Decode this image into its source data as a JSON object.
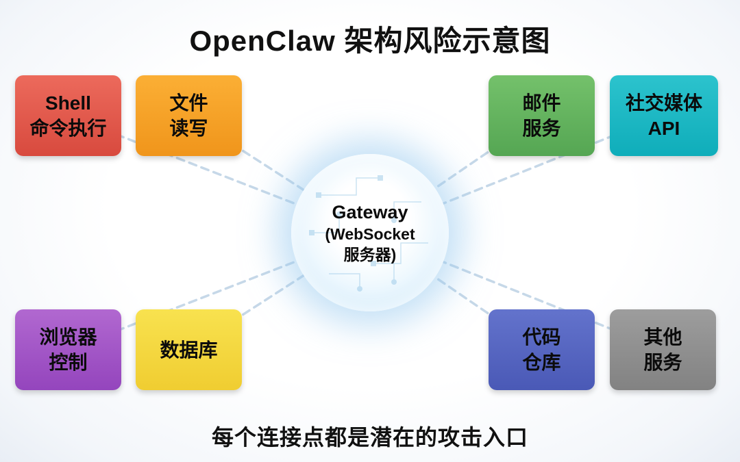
{
  "title": "OpenClaw 架构风险示意图",
  "caption": "每个连接点都是潜在的攻击入口",
  "gateway": {
    "line1": "Gateway",
    "line2": "(WebSocket",
    "line3": "服务器)"
  },
  "nodes": [
    {
      "id": "shell-command",
      "line1": "Shell",
      "line2": "命令执行",
      "color_top": "#ec6a5c",
      "color_bottom": "#d84a3e"
    },
    {
      "id": "file-read-write",
      "line1": "文件",
      "line2": "读写",
      "color_top": "#fbaf35",
      "color_bottom": "#f0951b"
    },
    {
      "id": "email-service",
      "line1": "邮件",
      "line2": "服务",
      "color_top": "#74c16b",
      "color_bottom": "#55a653"
    },
    {
      "id": "social-media-api",
      "line1": "社交媒体",
      "line2": "API",
      "color_top": "#2cc3cd",
      "color_bottom": "#0fadba"
    },
    {
      "id": "browser-control",
      "line1": "浏览器",
      "line2": "控制",
      "color_top": "#b168d0",
      "color_bottom": "#9445bd"
    },
    {
      "id": "database",
      "line1": "数据库",
      "line2": "",
      "color_top": "#f8e24f",
      "color_bottom": "#f0cd31"
    },
    {
      "id": "code-repository",
      "line1": "代码",
      "line2": "仓库",
      "color_top": "#6373cc",
      "color_bottom": "#4a59b6"
    },
    {
      "id": "other-services",
      "line1": "其他",
      "line2": "服务",
      "color_top": "#9d9d9d",
      "color_bottom": "#828282"
    }
  ],
  "connector_color": "#c6d8e8"
}
